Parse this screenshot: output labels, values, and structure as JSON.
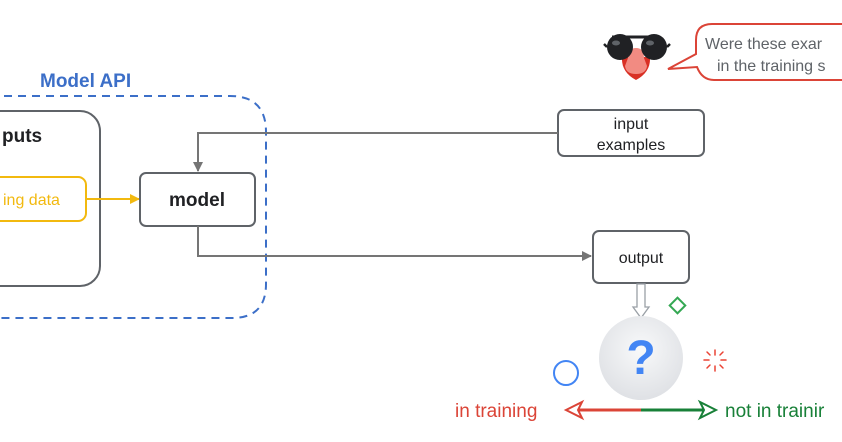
{
  "diagram": {
    "api_label": "Model API",
    "inputs_label": "puts",
    "training_data_label": "ing data",
    "model_label": "model",
    "input_examples_line1": "input",
    "input_examples_line2": "examples",
    "output_label": "output",
    "question_mark": "?",
    "speech_line1": "Were these exar",
    "speech_line2": "in the training s",
    "in_training_label": "in training",
    "not_in_training_label": "not in trainir"
  },
  "colors": {
    "api_blue": "#3c6fc8",
    "training_yellow": "#f2b90f",
    "in_training_red": "#db4437",
    "not_in_training_green": "#188038",
    "arrow_gray": "#757575",
    "question_blue": "#4285f4"
  },
  "icons": {
    "attacker": "disguise-glasses-icon",
    "circle_shape": "circle-icon",
    "diamond_shape": "diamond-icon",
    "burst_shape": "burst-icon"
  }
}
